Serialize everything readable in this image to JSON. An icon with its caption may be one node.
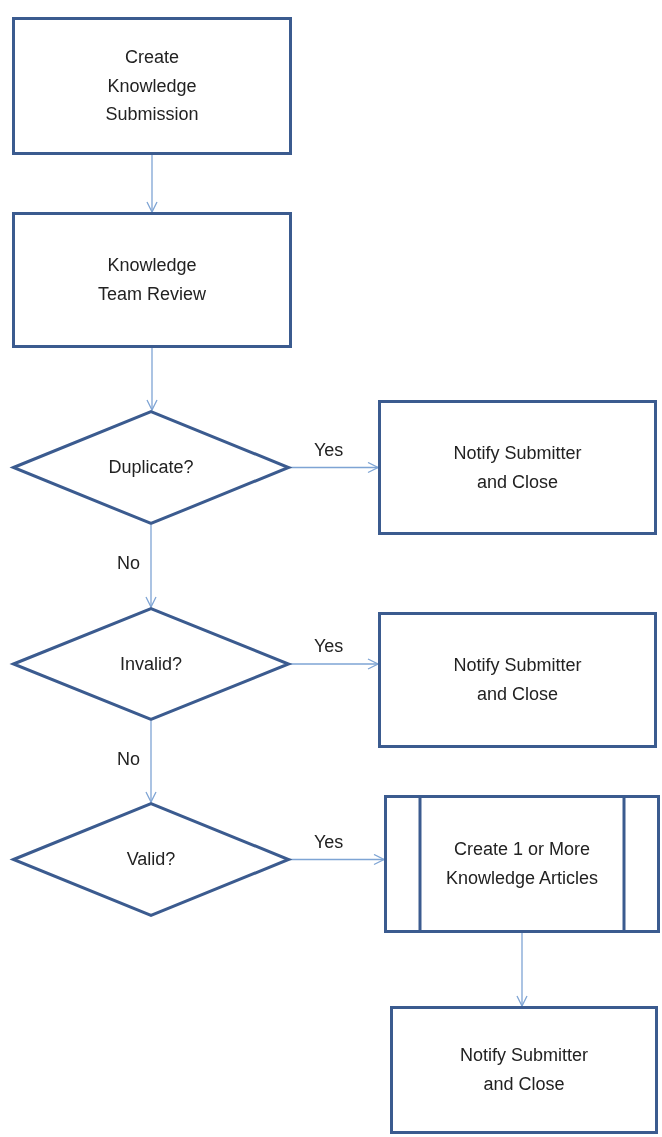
{
  "diagram": {
    "nodes": [
      {
        "text": [
          "Create Knowledge Submission"
        ]
      },
      {
        "text": [
          "Knowledge Team Review"
        ]
      },
      {
        "text": [
          "Duplicate?"
        ]
      },
      {
        "text": [
          "Notify Submitter and Close"
        ]
      },
      {
        "text": [
          "Invalid?"
        ]
      },
      {
        "text": [
          "Notify Submitter and Close"
        ]
      },
      {
        "text": [
          "Valid?"
        ]
      },
      {
        "text": [
          "Create 1 or More Knowledge Articles"
        ]
      },
      {
        "text": [
          "Notify Submitter and Close"
        ]
      }
    ],
    "edges": [
      {
        "from": 0,
        "to": 1,
        "arrow": "to"
      },
      {
        "from": 1,
        "to": 2,
        "arrow": "to"
      },
      {
        "from": 2,
        "to": 3,
        "arrow": "to",
        "label": "Yes"
      },
      {
        "from": 2,
        "to": 4,
        "arrow": "to",
        "label": "No"
      },
      {
        "from": 4,
        "to": 5,
        "arrow": "to",
        "label": "Yes"
      },
      {
        "from": 4,
        "to": 6,
        "arrow": "to",
        "label": "No"
      },
      {
        "from": 6,
        "to": 7,
        "arrow": "to",
        "label": "Yes"
      },
      {
        "from": 7,
        "to": 8,
        "arrow": "to"
      }
    ]
  }
}
